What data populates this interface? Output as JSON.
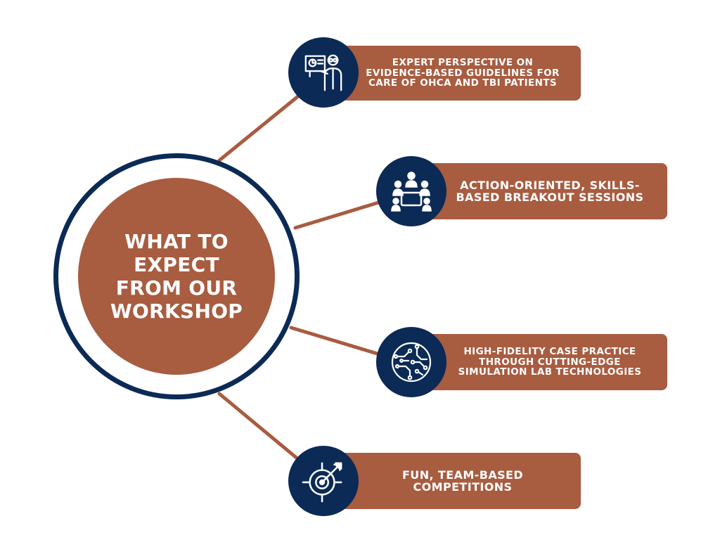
{
  "center": {
    "title_lines": [
      "WHAT TO",
      "EXPECT",
      "FROM OUR",
      "WORKSHOP"
    ]
  },
  "items": [
    {
      "lines": [
        "EXPERT PERSPECTIVE ON",
        "EVIDENCE-BASED GUIDELINES FOR",
        "CARE OF OHCA AND TBI PATIENTS"
      ],
      "icon": "presenter-icon"
    },
    {
      "lines": [
        "ACTION-ORIENTED, SKILLS-",
        "BASED BREAKOUT SESSIONS"
      ],
      "icon": "team-meeting-icon"
    },
    {
      "lines": [
        "HIGH-FIDELITY CASE PRACTICE",
        "THROUGH CUTTING-EDGE",
        "SIMULATION LAB TECHNOLOGIES"
      ],
      "icon": "circuit-globe-icon"
    },
    {
      "lines": [
        "FUN, TEAM-BASED",
        "COMPETITIONS"
      ],
      "icon": "target-arrow-icon"
    }
  ],
  "colors": {
    "accent": "#a85c40",
    "navy": "#0b2a55",
    "background": "#ffffff"
  }
}
